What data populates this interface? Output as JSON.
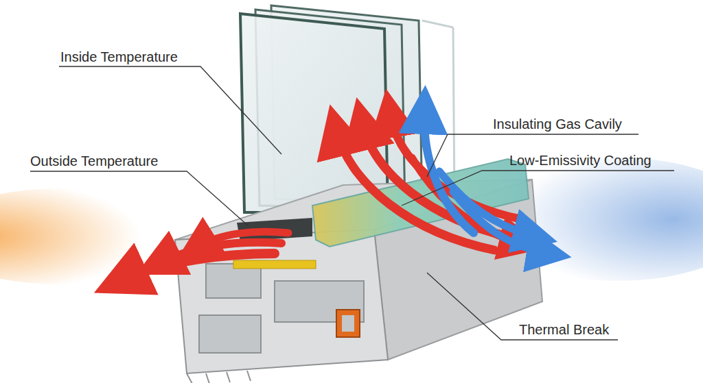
{
  "diagram": {
    "labels": [
      "Inside Temperature",
      "Outside Temperature",
      "Insulating Gas Cavily",
      "Low-Emissivity Coating",
      "Thermal Break"
    ]
  }
}
